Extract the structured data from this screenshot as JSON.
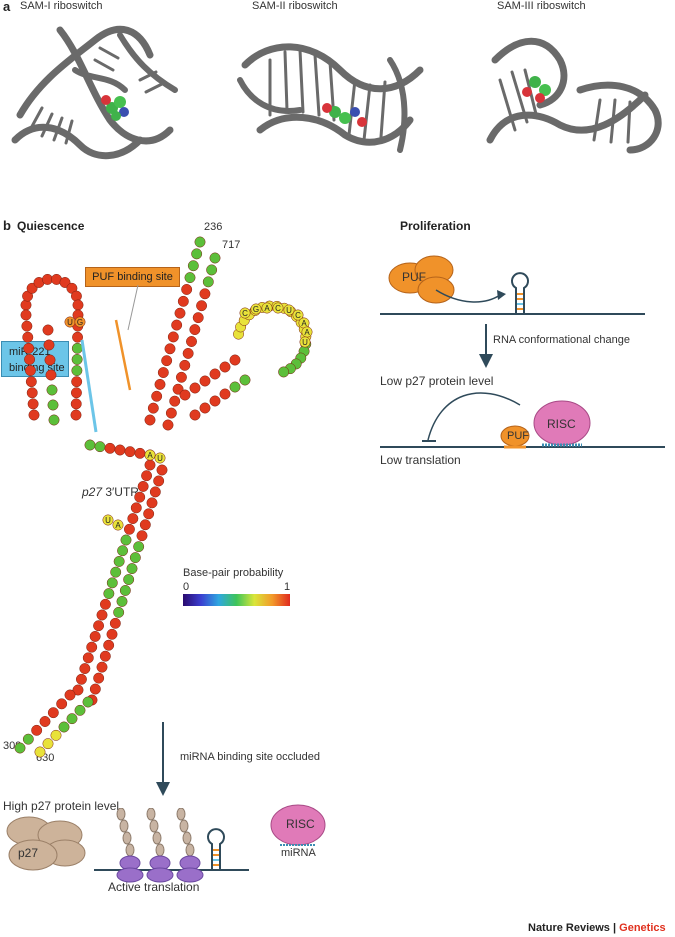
{
  "panel_a": {
    "letter": "a",
    "riboswitches": [
      {
        "label": "SAM-I riboswitch"
      },
      {
        "label": "SAM-II riboswitch"
      },
      {
        "label": "SAM-III riboswitch"
      }
    ]
  },
  "panel_b": {
    "letter": "b",
    "quiescence_title": "Quiescence",
    "proliferation_title": "Proliferation",
    "puf_binding_site": "PUF binding site",
    "mir_binding_site_line1": "miR-221",
    "mir_binding_site_line2": "binding site",
    "utr_gene": "p27",
    "utr_suffix": " 3′UTR",
    "pos_236": "236",
    "pos_717": "717",
    "pos_309": "309",
    "pos_630": "630",
    "loop_sequence": [
      "C",
      "G",
      "A",
      "C",
      "U",
      "C",
      "A",
      "A",
      "U"
    ],
    "stem_letters": [
      "U",
      "G",
      "A",
      "U",
      "A",
      "U"
    ],
    "colorbar_title": "Base-pair probability",
    "colorbar_min": "0",
    "colorbar_max": "1",
    "occluded_label": "miRNA binding site occluded",
    "high_level": "High p27 protein level",
    "p27_label": "p27",
    "active_translation": "Active translation",
    "risc_label": "RISC",
    "mirna_label": "miRNA",
    "puf_label": "PUF",
    "conformational_change": "RNA conformational change",
    "low_level": "Low p27 protein level",
    "low_translation": "Low translation"
  },
  "footer": {
    "journal": "Nature Reviews",
    "separator": " | ",
    "section": "Genetics"
  },
  "colors": {
    "paired_high": "#e03a1f",
    "paired_mid": "#5cbf3a",
    "paired_low": "#e8e23a",
    "puf_orange": "#f0922a",
    "risc_pink": "#e07ab8",
    "mir_blue": "#6cc5e8",
    "line_dark": "#2f4a5a"
  }
}
